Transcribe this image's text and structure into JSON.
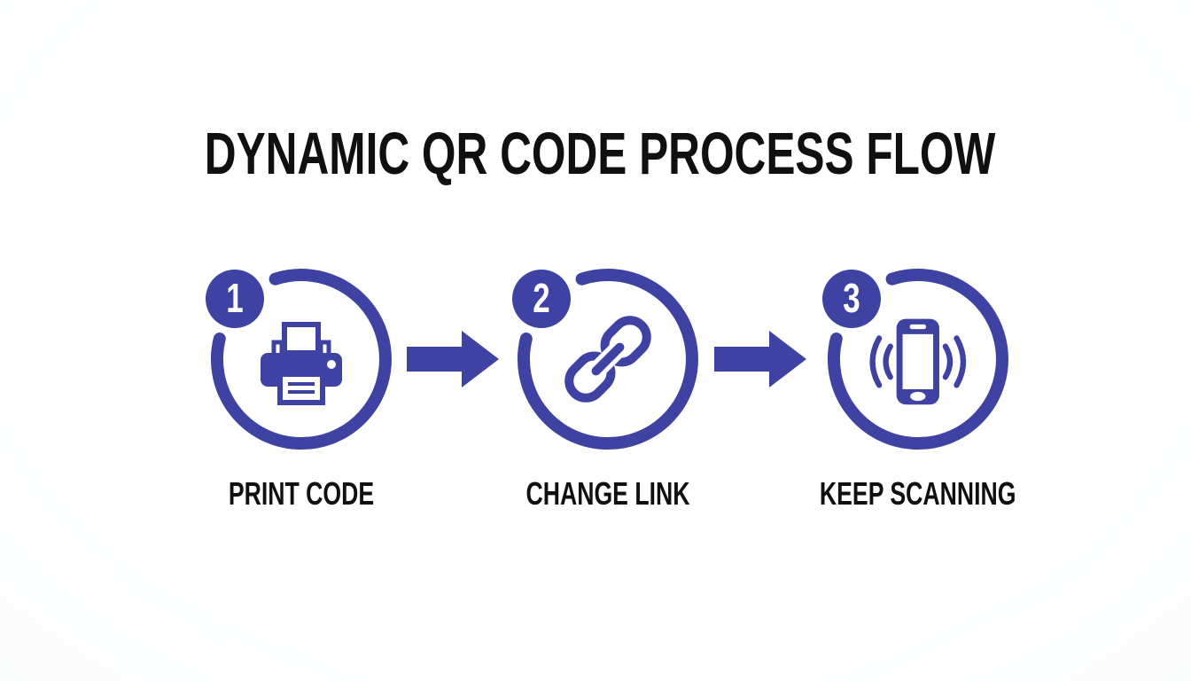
{
  "title": "DYNAMIC QR CODE PROCESS FLOW",
  "steps": [
    {
      "number": "1",
      "label": "PRINT CODE",
      "icon": "printer-icon"
    },
    {
      "number": "2",
      "label": "CHANGE LINK",
      "icon": "chain-link-icon"
    },
    {
      "number": "3",
      "label": "KEEP SCANNING",
      "icon": "vibrating-smartphone-icon"
    }
  ],
  "arrows": [
    {
      "name": "flow-arrow-1",
      "direction": "right"
    },
    {
      "name": "flow-arrow-2",
      "direction": "right"
    }
  ],
  "colors": {
    "accent": "#3e43a3",
    "text": "#101010",
    "background": "#fdfdfd"
  }
}
